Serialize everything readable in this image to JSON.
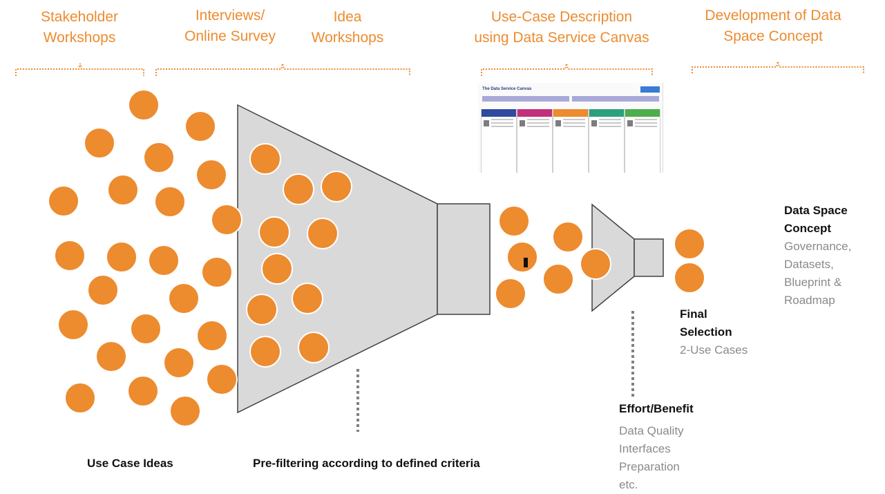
{
  "stages": [
    {
      "id": "stakeholder",
      "lines": [
        "Stakeholder",
        "Workshops"
      ]
    },
    {
      "id": "interviews",
      "lines": [
        "Interviews/",
        "Online Survey"
      ]
    },
    {
      "id": "idea",
      "lines": [
        "Idea",
        "Workshops"
      ]
    },
    {
      "id": "usecase",
      "lines": [
        "Use-Case Description",
        "using Data Service Canvas"
      ]
    },
    {
      "id": "development",
      "lines": [
        "Development of Data",
        "Space Concept"
      ]
    }
  ],
  "canvas_thumbnail": {
    "title": "The Data Service Canvas",
    "column_colors": [
      "#2f4a9e",
      "#c2307c",
      "#ed8b2f",
      "#2aa07e",
      "#4cae4c"
    ]
  },
  "labels": {
    "use_case_ideas": "Use Case Ideas",
    "prefiltering": "Pre-filtering according to defined criteria",
    "effort_title": "Effort/Benefit",
    "effort_items": [
      "Data Quality",
      "Interfaces",
      "Preparation",
      "etc."
    ],
    "final_title": [
      "Final",
      "Selection"
    ],
    "final_sub": "2-Use Cases",
    "concept_title": [
      "Data Space",
      "Concept"
    ],
    "concept_items": [
      "Governance,",
      "Datasets,",
      "Blueprint &",
      "Roadmap"
    ]
  },
  "colors": {
    "orange": "#ED8B2F",
    "funnel_fill": "#D9D9D9",
    "funnel_stroke": "#404040",
    "bracket": "#ED8B2F",
    "dotted": "#808080"
  }
}
